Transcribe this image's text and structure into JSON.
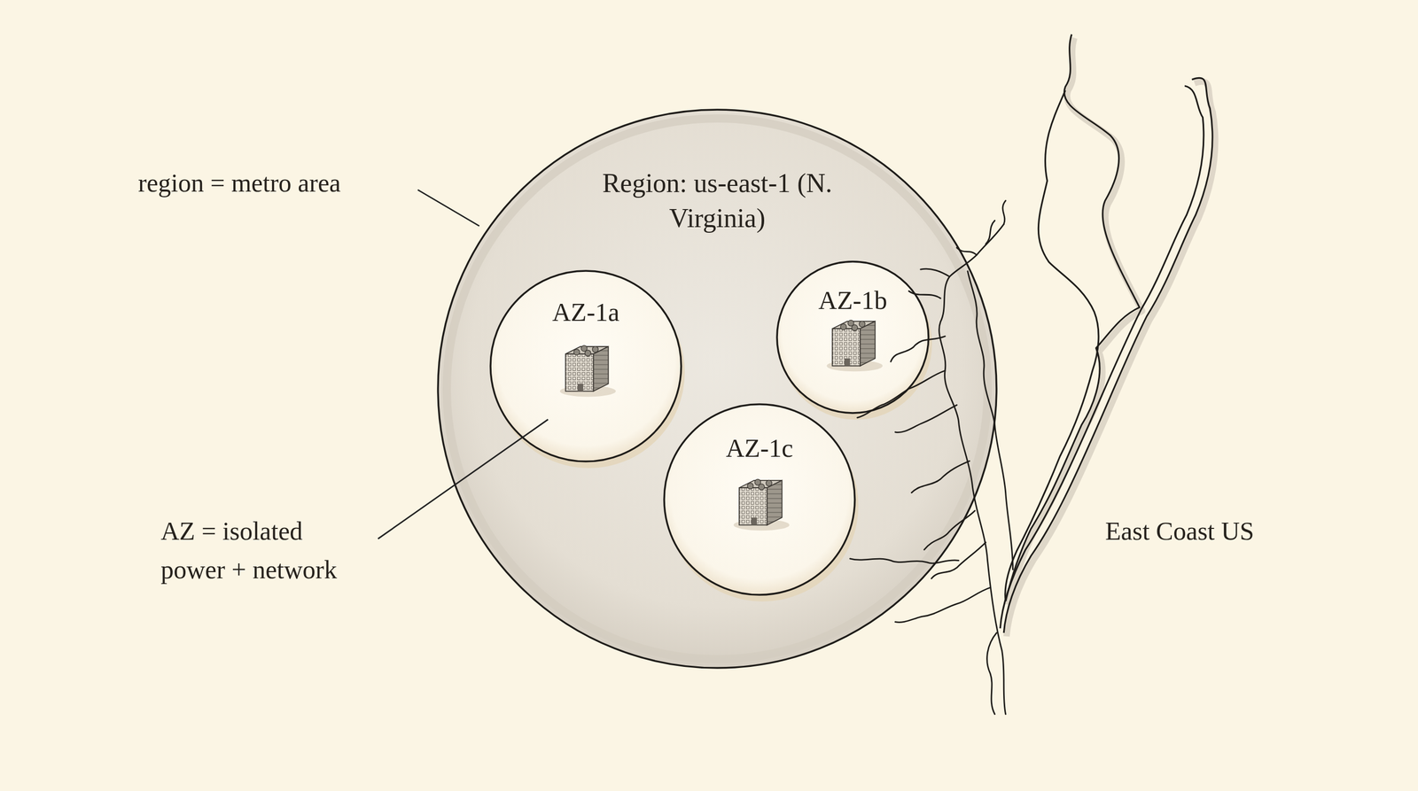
{
  "diagram": {
    "nodes": [
      {
        "text": [
          "Region: us-east-1 (N. Virginia)"
        ]
      },
      {
        "text": [
          "AZ-1a"
        ],
        "in": 0
      },
      {
        "text": [
          "AZ-1b"
        ],
        "in": 0
      },
      {
        "text": [
          "AZ-1c"
        ],
        "in": 0
      }
    ],
    "labels": [
      "region = metro area",
      "AZ = isolated power + network",
      "East Coast US"
    ]
  }
}
